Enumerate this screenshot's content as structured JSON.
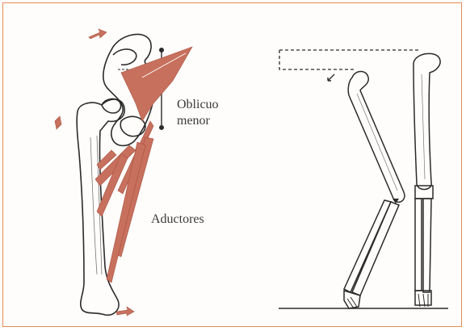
{
  "labels": {
    "oblique_line1": "Oblicuo",
    "oblique_line2": "menor",
    "adductors": "Aductores"
  },
  "colors": {
    "frame": "#e58a55",
    "muscle": "#c8705e",
    "bone_stroke": "#2a2a2a",
    "ground": "#333333"
  }
}
